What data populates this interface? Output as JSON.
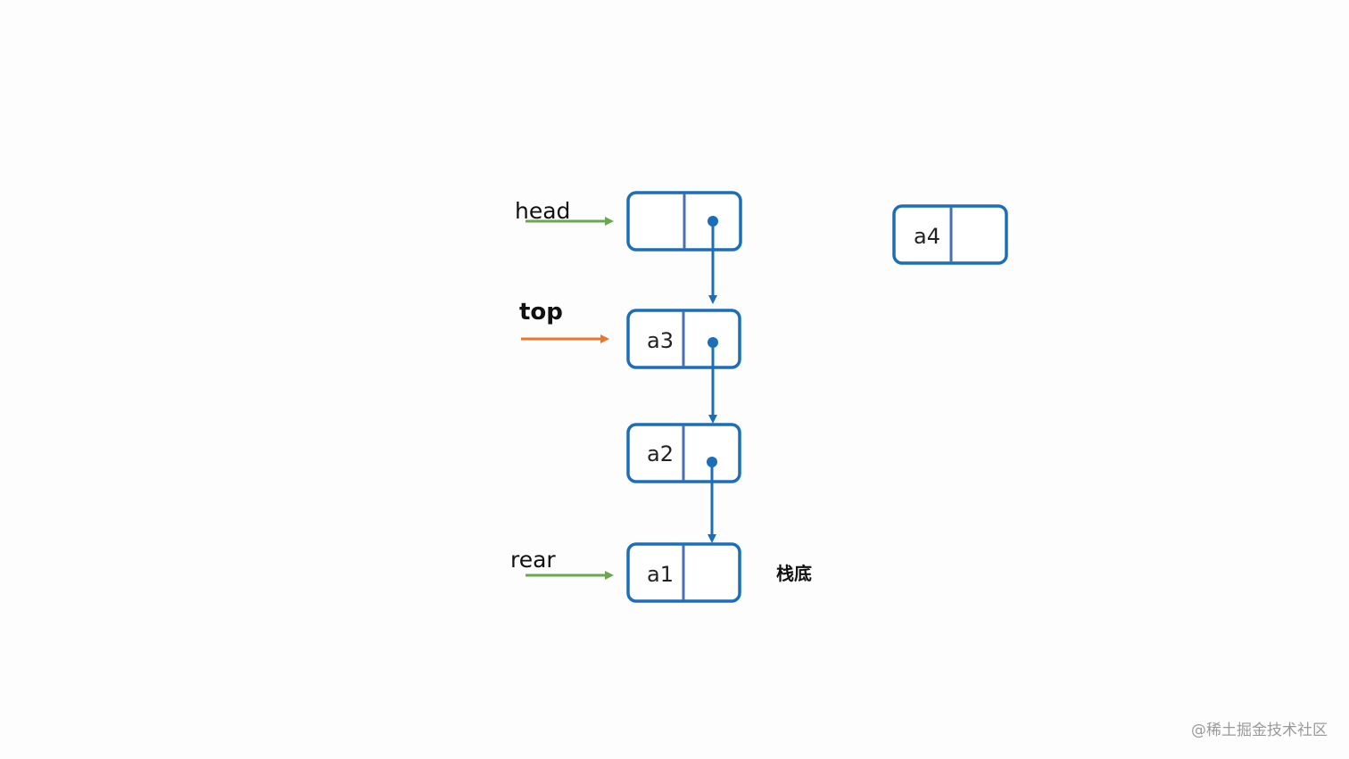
{
  "diagram": {
    "colors": {
      "node_border": "#1a6fb8",
      "node_divider": "#4a6fb5",
      "link": "#1a6fb8",
      "head_arrow": "#6aa84f",
      "rear_arrow": "#6aa84f",
      "top_arrow": "#e8762b"
    },
    "pointers": {
      "head": "head",
      "top": "top",
      "rear": "rear"
    },
    "nodes": {
      "head_node": "",
      "a3": "a3",
      "a2": "a2",
      "a1": "a1",
      "a4": "a4"
    },
    "annotations": {
      "stack_bottom": "栈底"
    },
    "watermark": "@稀土掘金技术社区"
  }
}
